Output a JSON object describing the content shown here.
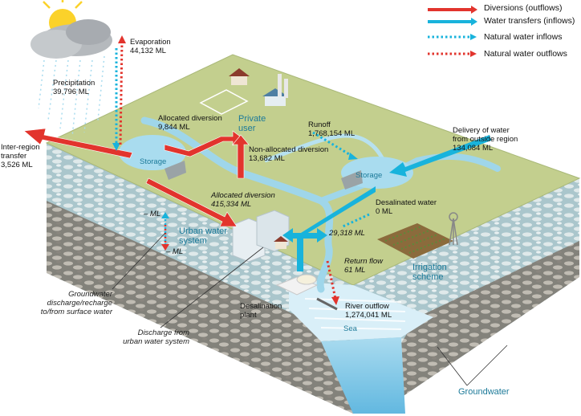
{
  "legend": {
    "diversions": "Diversions (outflows)",
    "transfers": "Water transfers (inflows)",
    "natural_inflows": "Natural water inflows",
    "natural_outflows": "Natural water outflows"
  },
  "labels": {
    "evaporation_title": "Evaporation",
    "evaporation_value": "44,132 ML",
    "precipitation_title": "Precipitation",
    "precipitation_value": "39,796 ML",
    "allocated_div_small_title": "Allocated diversion",
    "allocated_div_small_value": "9,844 ML",
    "private_user_1": "Private",
    "private_user_2": "user",
    "runoff_title": "Runoff",
    "runoff_value": "1,768,154 ML",
    "delivery_1": "Delivery of water",
    "delivery_2": "from outside region",
    "delivery_value": "134,084 ML",
    "inter_region_1": "Inter-region",
    "inter_region_2": "transfer",
    "inter_region_value": "3,526 ML",
    "storage_left": "Storage",
    "storage_right": "Storage",
    "non_allocated_title": "Non-allocated diversion",
    "non_allocated_value": "13,682 ML",
    "allocated_div_big_title": "Allocated diversion",
    "allocated_div_big_value": "415,334 ML",
    "desalinated_title": "Desalinated water",
    "desalinated_value": "0 ML",
    "gw_upper": "– ML",
    "gw_lower": "– ML",
    "urban_1": "Urban water",
    "urban_2": "system",
    "transfer_value": "29,318 ML",
    "return_flow_title": "Return flow",
    "return_flow_value": "61 ML",
    "irrigation_1": "Irrigation",
    "irrigation_2": "scheme",
    "gw_discharge_1": "Groundwater",
    "gw_discharge_2": "discharge/recharge",
    "gw_discharge_3": "to/from surface water",
    "desal_plant_1": "Desalination",
    "desal_plant_2": "plant",
    "river_outflow_title": "River outflow",
    "river_outflow_value": "1,274,041 ML",
    "sea": "Sea",
    "discharge_urban_1": "Discharge from",
    "discharge_urban_2": "urban water system",
    "groundwater": "Groundwater"
  },
  "colors": {
    "diversion": "#e2342d",
    "transfer": "#18b3dc",
    "land": "#c3cf8e",
    "rock": "#b8ced0",
    "water": "#a9dcef",
    "text_teal": "#1c7a99"
  }
}
